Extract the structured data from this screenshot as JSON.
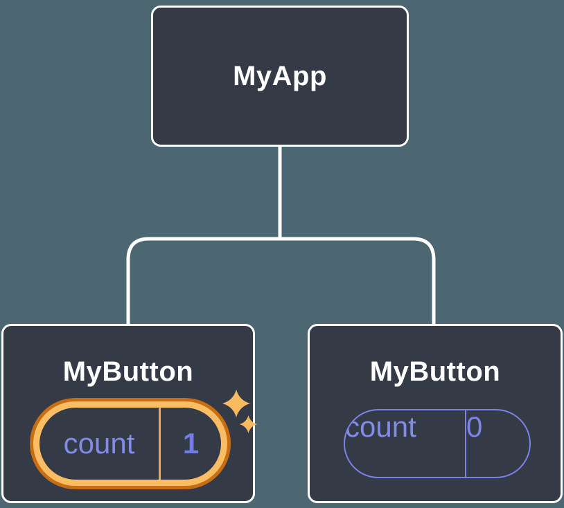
{
  "diagram": {
    "description": "React component tree with state",
    "tree": {
      "root": {
        "label": "MyApp"
      },
      "children": [
        {
          "label": "MyButton",
          "state": {
            "key": "count",
            "value": "1"
          },
          "highlighted": true
        },
        {
          "label": "MyButton",
          "state": {
            "key": "count",
            "value": "0"
          },
          "highlighted": false
        }
      ]
    },
    "icons": {
      "sparkle": "four-point-star"
    },
    "colors": {
      "background": "#4C6771",
      "node_fill": "#343A46",
      "node_border": "#FFFFFF",
      "node_text": "#FFFFFF",
      "state_text": "#828BE8",
      "pill_outline": "#7B83E8",
      "highlight_outer_ring": "#C76E14",
      "highlight_inner_ring": "#FABD63",
      "highlight_divider": "#F2A94F",
      "sparkle": "#F7BA61",
      "connector": "#FFFFFF"
    }
  }
}
